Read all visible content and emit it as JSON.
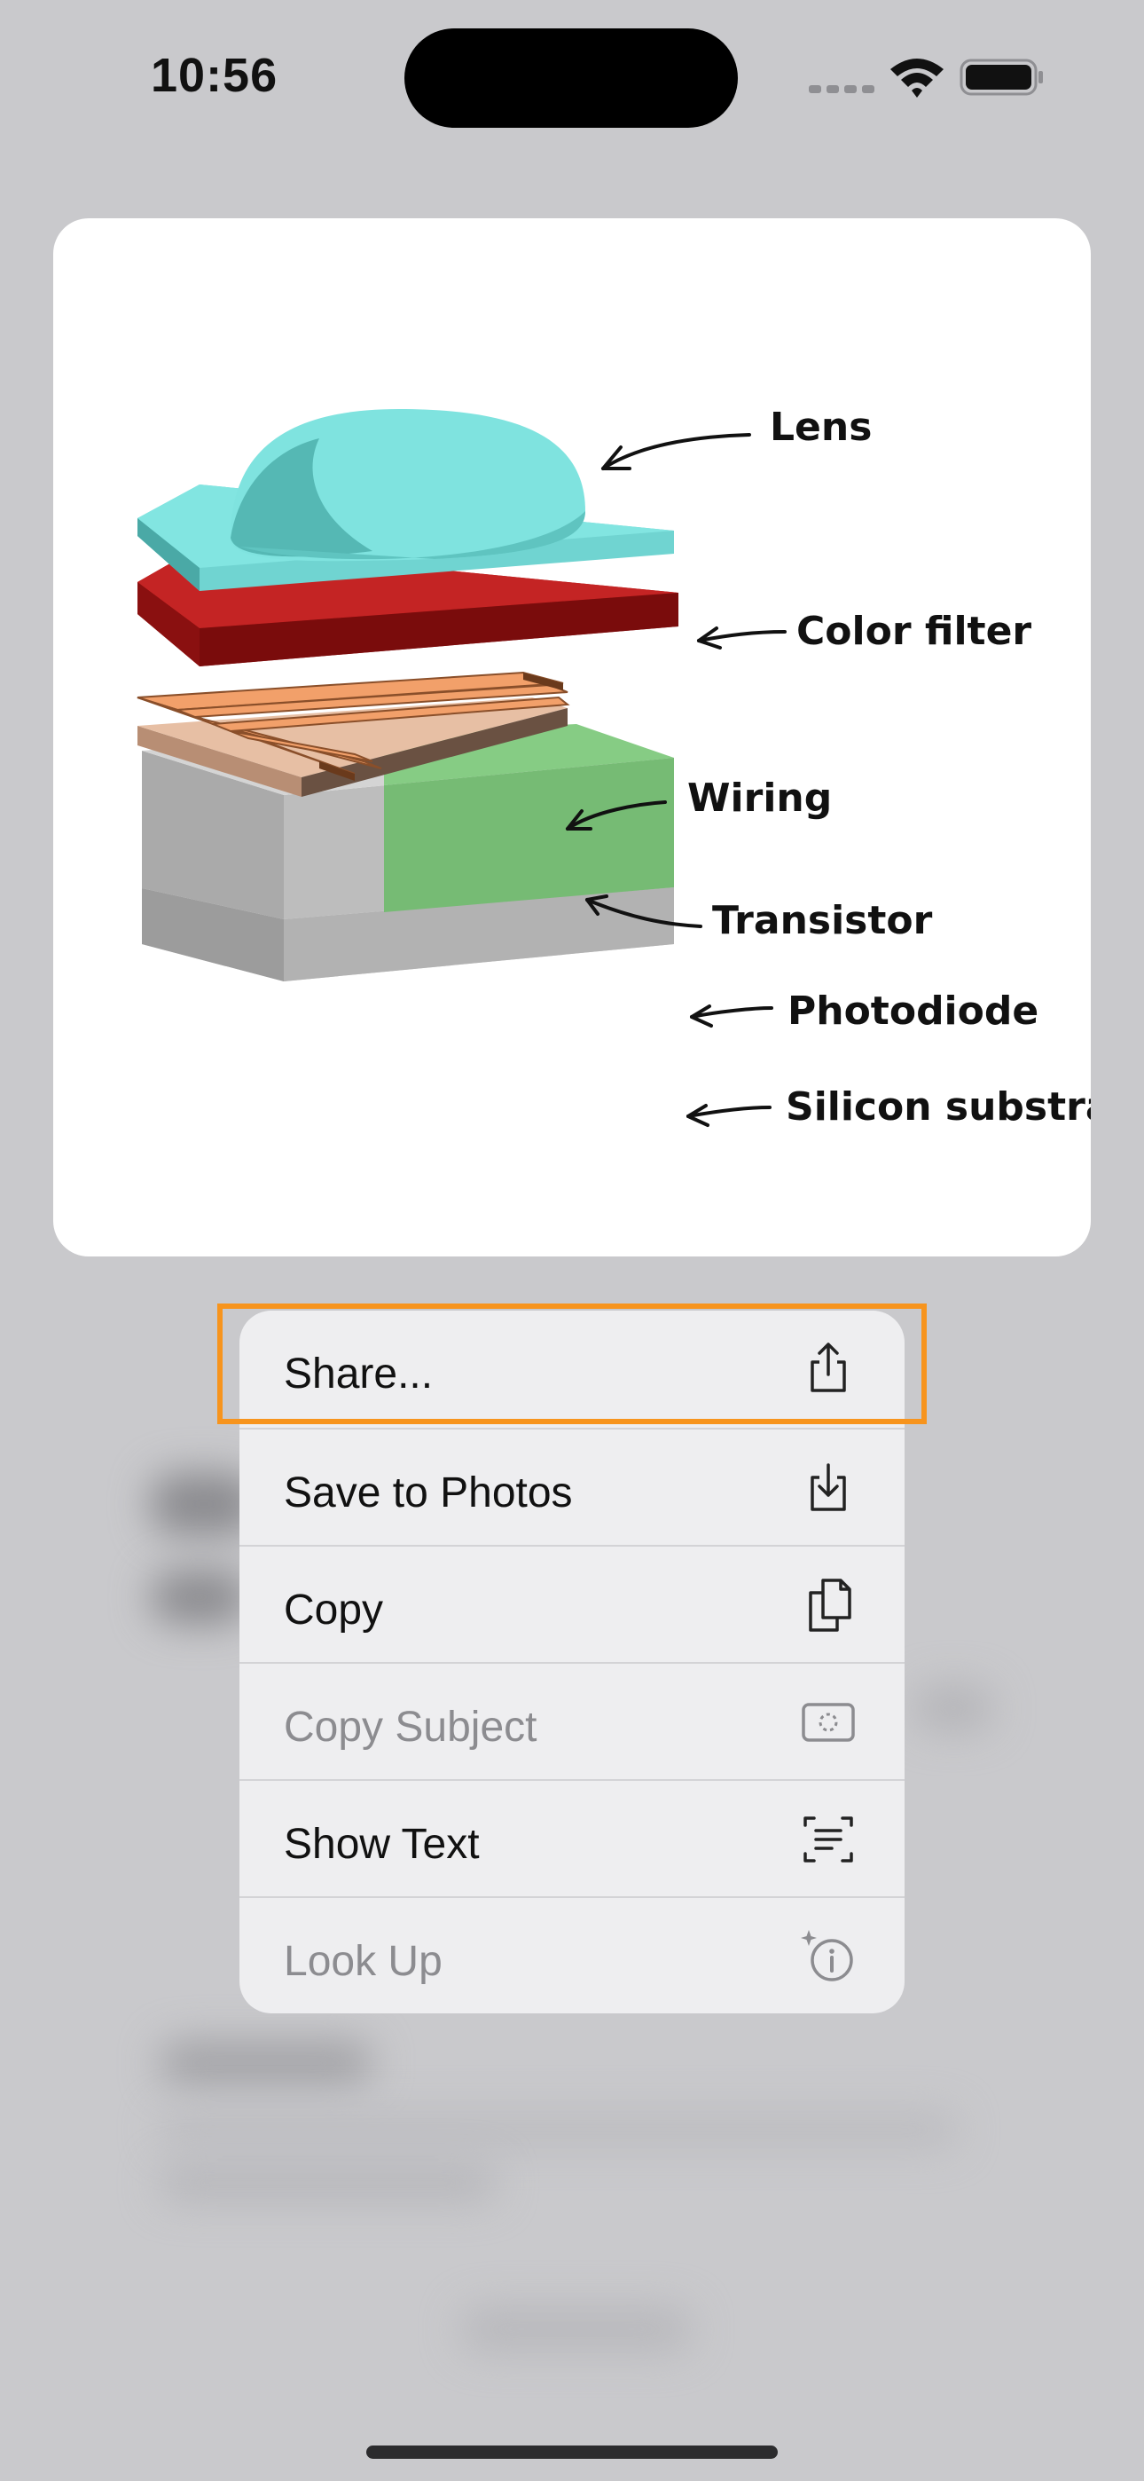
{
  "status_bar": {
    "time": "10:56"
  },
  "diagram": {
    "labels": {
      "lens": "Lens",
      "color_filter": "Color filter",
      "wiring": "Wiring",
      "transistor": "Transistor",
      "photodiode": "Photodiode",
      "silicon_substrate": "Silicon substrate"
    }
  },
  "menu": {
    "items": [
      {
        "label": "Share...",
        "icon": "share-icon",
        "enabled": true
      },
      {
        "label": "Save to Photos",
        "icon": "save-to-photos-icon",
        "enabled": true
      },
      {
        "label": "Copy",
        "icon": "copy-icon",
        "enabled": true
      },
      {
        "label": "Copy Subject",
        "icon": "copy-subject-icon",
        "enabled": false
      },
      {
        "label": "Show Text",
        "icon": "show-text-icon",
        "enabled": true
      },
      {
        "label": "Look Up",
        "icon": "look-up-icon",
        "enabled": false
      }
    ]
  },
  "colors": {
    "highlight": "#f7941d",
    "lens": "#7ee6e2",
    "color_filter": "#b31b1b",
    "photodiode": "#7cc47c",
    "wiring": "#f2a06a"
  }
}
